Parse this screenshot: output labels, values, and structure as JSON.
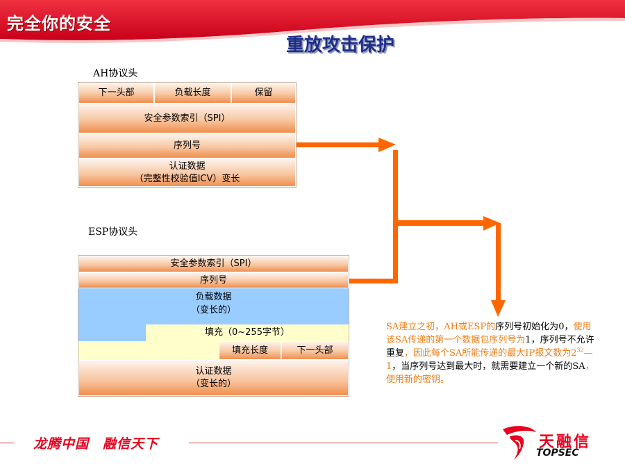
{
  "header": {
    "title": "完全你的安全"
  },
  "page_title": "重放攻击保护",
  "ah": {
    "label": "AH协议头",
    "next_header": "下一头部",
    "payload_length": "负载长度",
    "reserved": "保留",
    "spi": "安全参数索引（SPI）",
    "sequence": "序列号",
    "auth_line1": "认证数据",
    "auth_line2": "（完整性校验值ICV）变长"
  },
  "esp": {
    "label": "ESP协议头",
    "spi": "安全参数索引（SPI）",
    "sequence": "序列号",
    "payload_line1": "负载数据",
    "payload_line2": "（变长的）",
    "padding": "填充（0~255字节）",
    "pad_length": "填充长度",
    "next_header": "下一头部",
    "auth_line1": "认证数据",
    "auth_line2": "（变长的）"
  },
  "note": {
    "p1": "SA建立之初，AH或ESP的",
    "p2": "序列号初始化为",
    "p3": "0，",
    "p4": "使用该SA传递的第一个数据包序列号为",
    "p5": "1，",
    "p6": "序列号不允许重复",
    "p7": "，因此每个SA所能传递的最大IP报文数为2",
    "p8": "32",
    "p9": "—1",
    "p10": "，当序列号达到最大时，就需要建立一个新的",
    "p11": "SA",
    "p12": "，使用新的密钥。"
  },
  "footer": {
    "slogan": "龙腾中国　融信天下",
    "logo_cn": "天融信",
    "logo_en": "TOPSEC"
  },
  "colors": {
    "header_red": "#d8001c",
    "title_blue": "#1e2f88",
    "arrow_orange": "#ff6600",
    "note_orange": "#f07d14"
  }
}
